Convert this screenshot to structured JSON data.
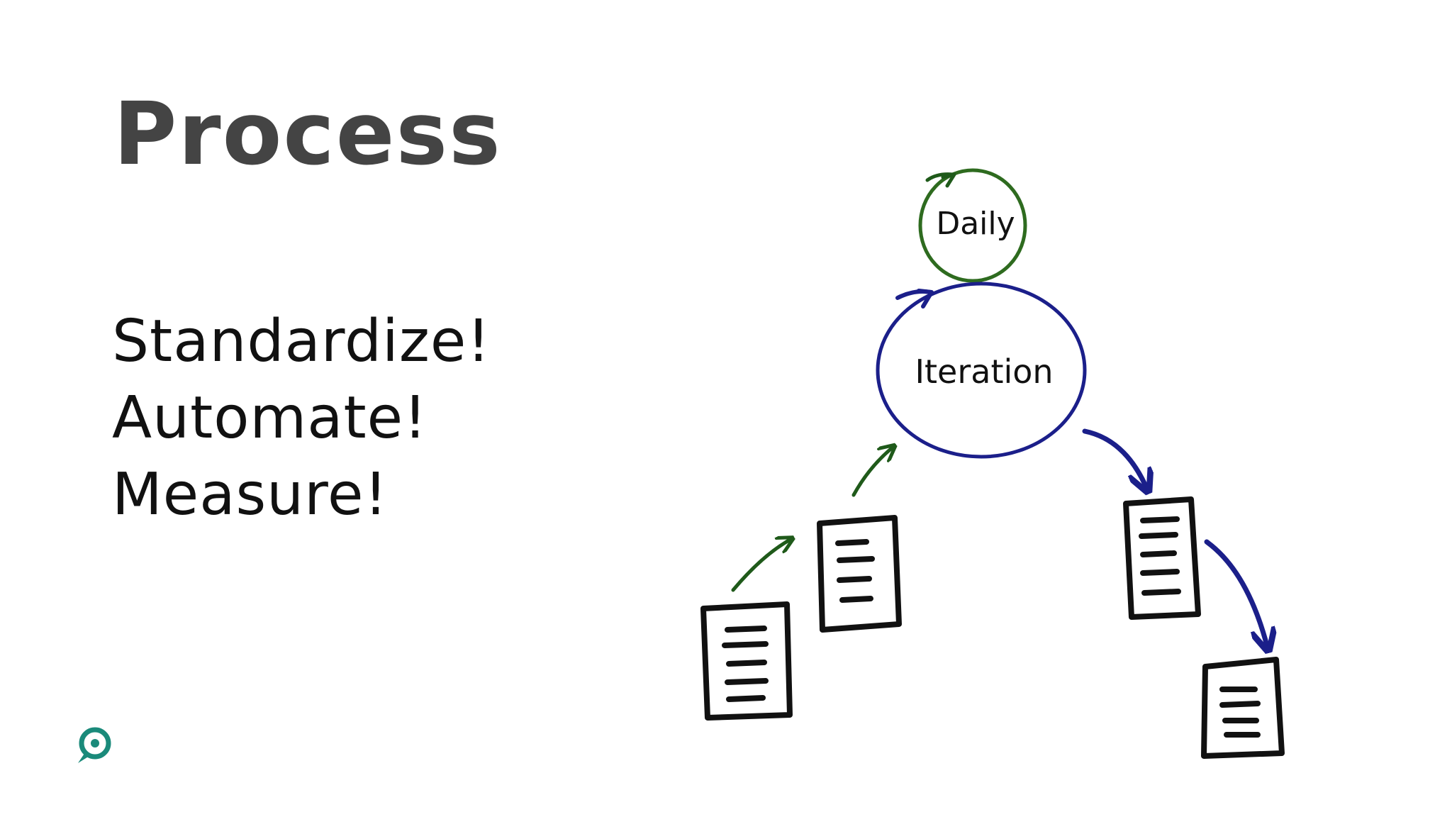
{
  "slide": {
    "title": "Process",
    "bullets": [
      "Standardize!",
      "Automate!",
      "Measure!"
    ]
  },
  "diagram": {
    "daily_label": "Daily",
    "iteration_label": "Iteration",
    "daily_color": "#2e6b1f",
    "iteration_color": "#1b1f8a",
    "arrow_in_color": "#1f5a1a",
    "arrow_out_color": "#1b1f8a",
    "document_color": "#111111"
  },
  "logo": {
    "icon": "location-pin-icon",
    "color": "#1a8a7a"
  }
}
